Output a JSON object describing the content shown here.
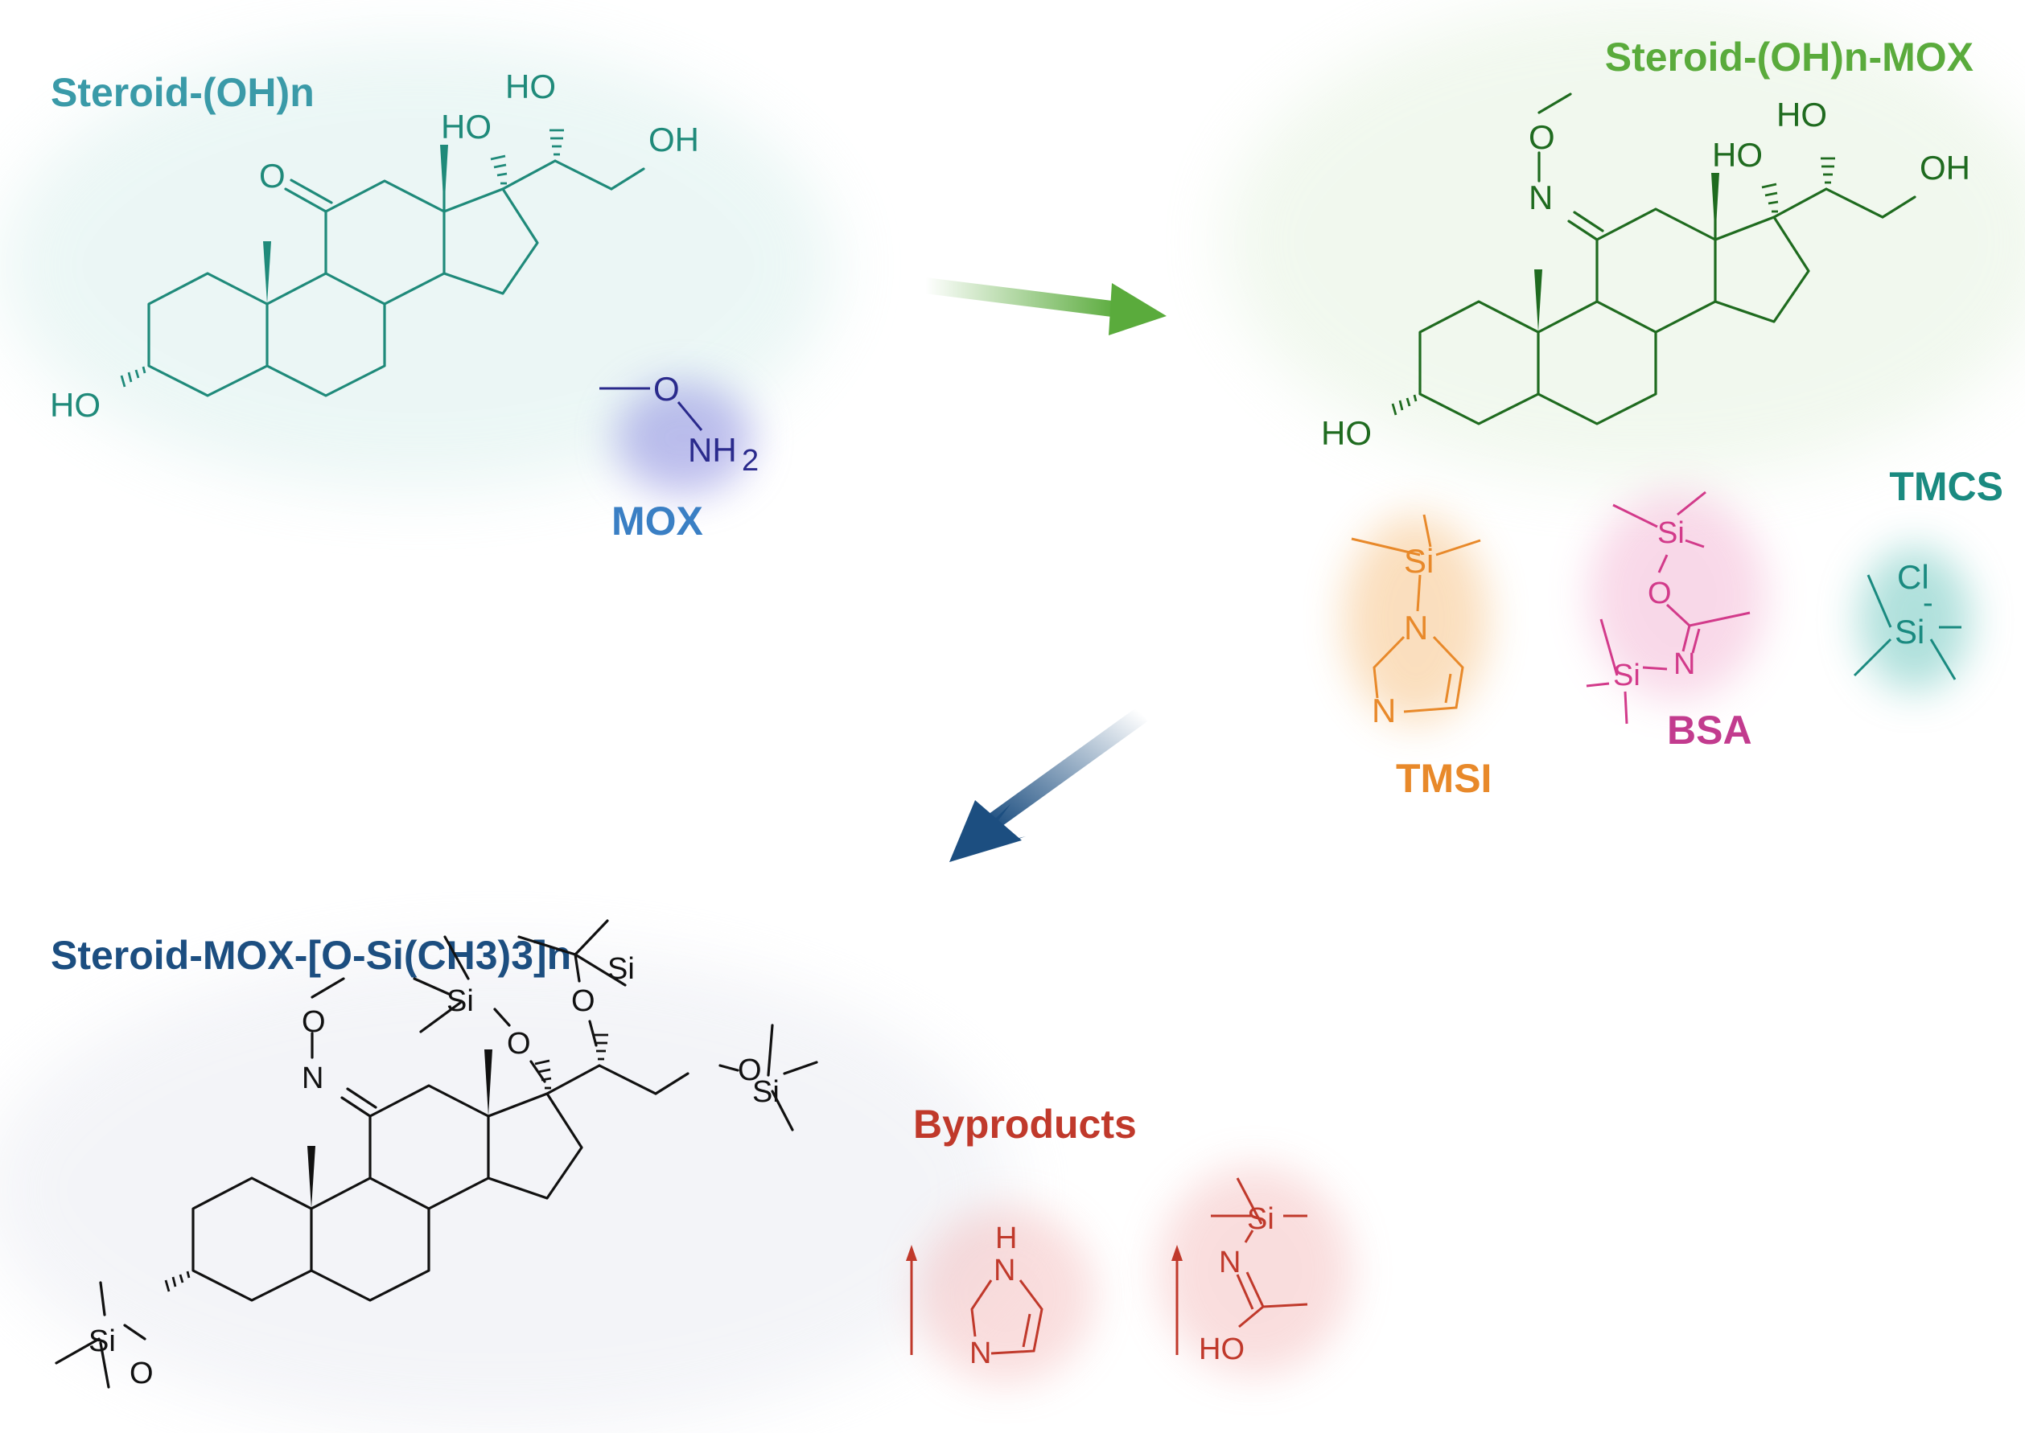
{
  "titles": {
    "steroid_oh": "Steroid-(OH)n",
    "steroid_mox": "Steroid-(OH)n-MOX",
    "steroid_tms": "Steroid-MOX-[O-Si(CH3)3]n",
    "mox": "MOX",
    "tmcs": "TMCS",
    "tmsi": "TMSI",
    "bsa": "BSA",
    "byproducts": "Byproducts"
  },
  "atoms": {
    "ho": "HO",
    "oh": "OH",
    "o": "O",
    "n": "N",
    "si": "Si",
    "cl": "Cl",
    "h": "H",
    "nh": "NH",
    "sub2": "2",
    "minus": "-"
  },
  "colors": {
    "steroid_oh": "#1f8a7a",
    "steroid_oh_title": "#3a9aa8",
    "steroid_mox": "#1f6b1f",
    "steroid_mox_title": "#5aab3c",
    "steroid_tms": "#111111",
    "steroid_tms_title": "#1c4e80",
    "mox": "#2a2a8c",
    "mox_title": "#3a7fc4",
    "tmsi": "#e8892a",
    "bsa": "#d23a8a",
    "bsa_title": "#c23b8e",
    "tmcs": "#1a8a80",
    "byproducts": "#c0392b",
    "arrow_green": "#5aab3c",
    "arrow_blue": "#1c4e80"
  }
}
